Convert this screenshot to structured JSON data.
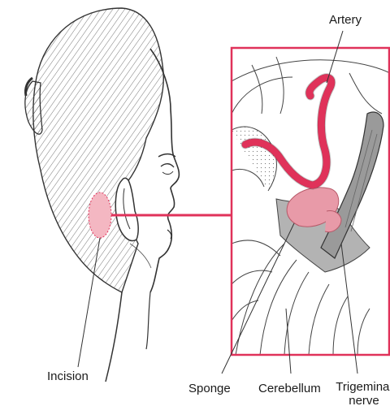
{
  "labels": {
    "artery": "Artery",
    "incision": "Incision",
    "sponge": "Sponge",
    "cerebellum": "Cerebellum",
    "trigeminal_line1": "Trigeminal",
    "trigeminal_line2": "nerve"
  },
  "colors": {
    "accent_pink": "#e0325a",
    "incision_fill": "#f4b7c2",
    "sponge_fill": "#e89aa8",
    "nerve_gray": "#9a9a9a",
    "line": "#333333"
  }
}
